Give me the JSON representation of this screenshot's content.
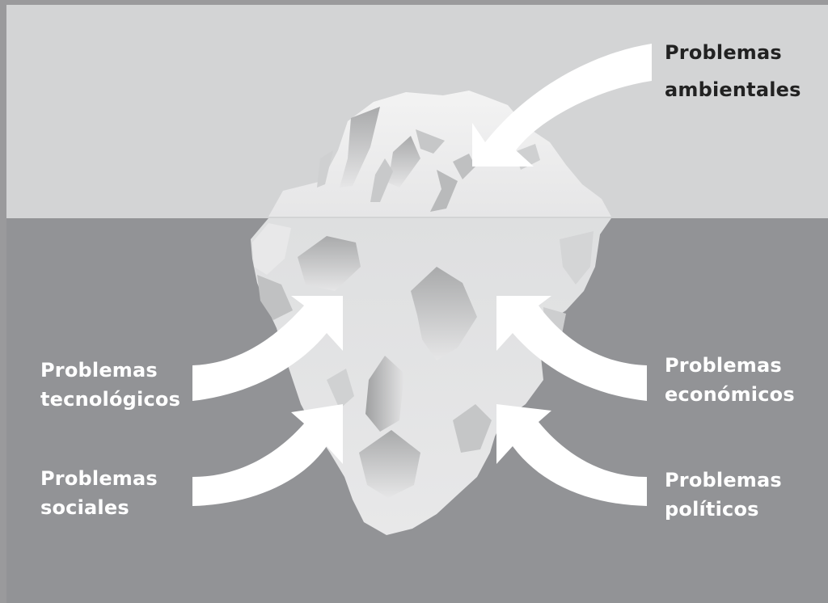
{
  "colors": {
    "border": "#9a9a9c",
    "sky": "#d3d4d5",
    "water": "#929396",
    "ice_light": "#eeeeee",
    "ice_mid": "#e2e2e3",
    "ice_shadow": "#b4b5b6",
    "arrow": "#ffffff",
    "label_dark": "#222222",
    "label_light": "#ffffff"
  },
  "labels": {
    "ambientales": {
      "line1": "Problemas",
      "line2": "ambientales"
    },
    "tecnologicos": {
      "line1": "Problemas",
      "line2": "tecnológicos"
    },
    "sociales": {
      "line1": "Problemas",
      "line2": "sociales"
    },
    "economicos": {
      "line1": "Problemas",
      "line2": "económicos"
    },
    "politicos": {
      "line1": "Problemas",
      "line2": "políticos"
    }
  }
}
